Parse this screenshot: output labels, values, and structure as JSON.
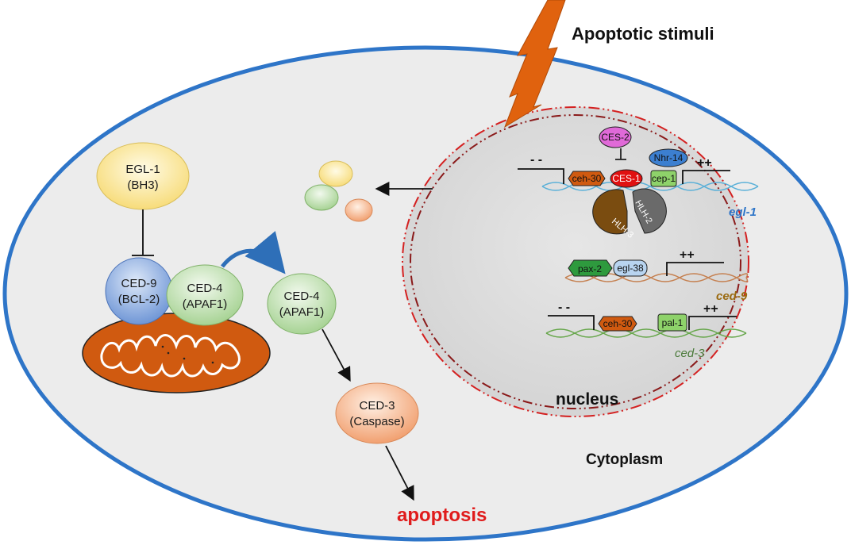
{
  "title": "Apoptotic stimuli",
  "cytoplasm_label": "Cytoplasm",
  "nucleus_label": "nucleus",
  "outcome_label": "apoptosis",
  "egl1": {
    "line1": "EGL-1",
    "line2": "(BH3)"
  },
  "ced9": {
    "line1": "CED-9",
    "line2": "(BCL-2)"
  },
  "ced4_bound": {
    "line1": "CED-4",
    "line2": "(APAF1)"
  },
  "ced4_free": {
    "line1": "CED-4",
    "line2": "(APAF1)"
  },
  "ced3": {
    "line1": "CED-3",
    "line2": "(Caspase)"
  },
  "genes": {
    "egl1": {
      "name": "egl-1",
      "minus": "- -",
      "plus": "++",
      "ceh30": "ceh-30",
      "ces1": "CES-1",
      "cep1": "cep-1",
      "ces2": "CES-2",
      "nhr14": "Nhr-14",
      "hlh2": "HLH-2",
      "hlh3": "HLH-3"
    },
    "ced9": {
      "name": "ced-9",
      "plus": "++",
      "pax2": "pax-2",
      "egl38": "egl-38"
    },
    "ced3": {
      "name": "ced-3",
      "minus": "- -",
      "plus": "++",
      "ceh30": "ceh-30",
      "pal1": "pal-1"
    }
  },
  "colors": {
    "cell_border": "#2e75c8",
    "cell_fill": "#ececec",
    "nucleus_border": "#d42020",
    "lightning": "#e0620e",
    "apoptosis_text": "#e01b1b",
    "mito": "#d05a10",
    "egl1_gene_label": "#2e75c8",
    "ced9_gene_label": "#9a6a10",
    "ced3_gene_label": "#4a7a3a"
  }
}
